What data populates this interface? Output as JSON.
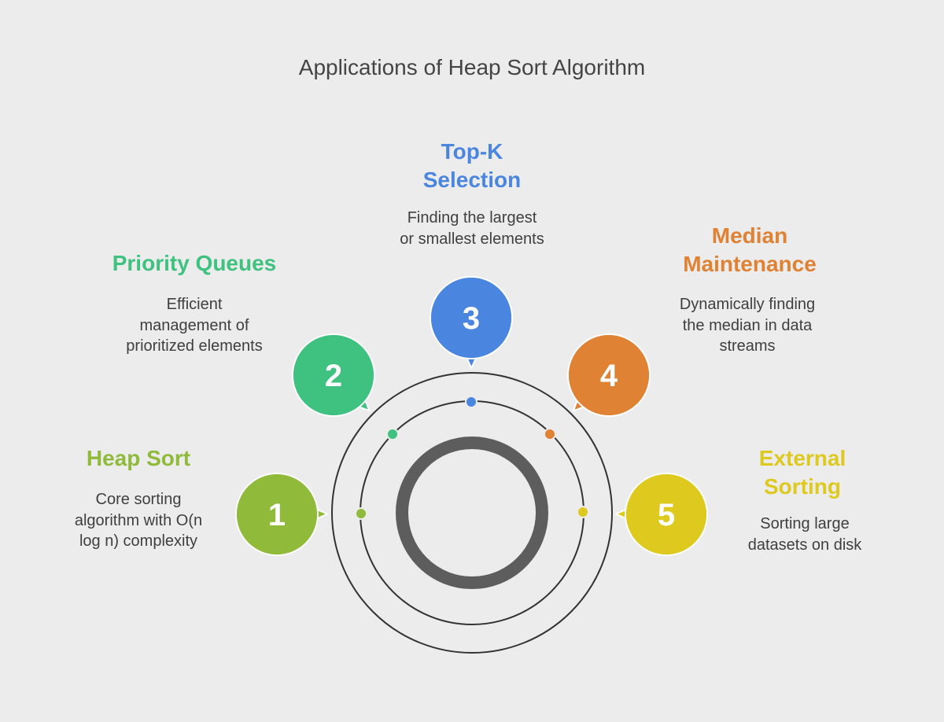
{
  "title": "Applications of Heap Sort Algorithm",
  "colors": {
    "background": "#ececec",
    "ring_stroke": "#333333",
    "core_ring": "#5d5d5d",
    "text": "#3f3f3f"
  },
  "items": [
    {
      "number": "1",
      "heading": [
        "Heap Sort"
      ],
      "description": [
        "Core sorting",
        "algorithm with O(n",
        "log n) complexity"
      ],
      "color": "#8fba3a"
    },
    {
      "number": "2",
      "heading": [
        "Priority Queues"
      ],
      "description": [
        "Efficient",
        "management of",
        "prioritized elements"
      ],
      "color": "#3fc180"
    },
    {
      "number": "3",
      "heading": [
        "Top-K",
        "Selection"
      ],
      "description": [
        "Finding the largest",
        "or smallest elements"
      ],
      "color": "#4a86e0"
    },
    {
      "number": "4",
      "heading": [
        "Median",
        "Maintenance"
      ],
      "description": [
        "Dynamically finding",
        "the median in data",
        "streams"
      ],
      "color": "#df8233"
    },
    {
      "number": "5",
      "heading": [
        "External",
        "Sorting"
      ],
      "description": [
        "Sorting large",
        "datasets on disk"
      ],
      "color": "#dec91e"
    }
  ]
}
